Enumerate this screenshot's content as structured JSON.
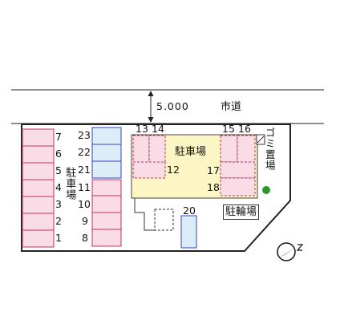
{
  "road": {
    "width_label": "5.000",
    "name": "市道"
  },
  "labels": {
    "main_parking": "駐車場",
    "left_parking": "駐車場",
    "garbage": "ゴミ置場",
    "bicycle_parking": "駐輪場"
  },
  "stall_numbers": {
    "left_column": [
      "7",
      "6",
      "5",
      "4",
      "3",
      "2",
      "1"
    ],
    "middle_left": [
      "23",
      "22",
      "21",
      "11",
      "10",
      "9",
      "8"
    ],
    "top_a": [
      "13",
      "14"
    ],
    "top_b": [
      "15",
      "16"
    ],
    "inner_left": "12",
    "inner_right_top": "17",
    "inner_right_bottom": "18",
    "bicycle": "20"
  },
  "colors": {
    "pink_stall": "#f9dce6",
    "pink_stroke": "#c8325a",
    "blue_stall": "#dcedf9",
    "blue_stroke": "#2f46b8",
    "building": "#fbf6c4",
    "tree": "#2a9a2a"
  },
  "icons": {
    "north": "north-arrow-icon",
    "tree": "tree-icon"
  }
}
